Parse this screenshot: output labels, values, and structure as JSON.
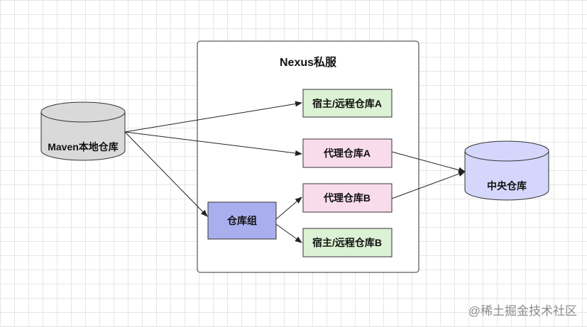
{
  "diagram": {
    "container_title": "Nexus私服",
    "local_repo": "Maven本地仓库",
    "central_repo": "中央仓库",
    "nodes": {
      "hosted_a": "宿主/远程仓库A",
      "proxy_a": "代理仓库A",
      "proxy_b": "代理仓库B",
      "hosted_b": "宿主/远程仓库B",
      "group": "仓库组"
    }
  },
  "colors": {
    "hosted_fill": "#dcf2d4",
    "proxy_fill": "#f9dcec",
    "group_fill": "#a9aeee",
    "local_cylinder": "#d9d9d9",
    "central_cylinder": "#d4d6fb",
    "stroke": "#333333"
  },
  "watermark": "@稀土掘金技术社区"
}
